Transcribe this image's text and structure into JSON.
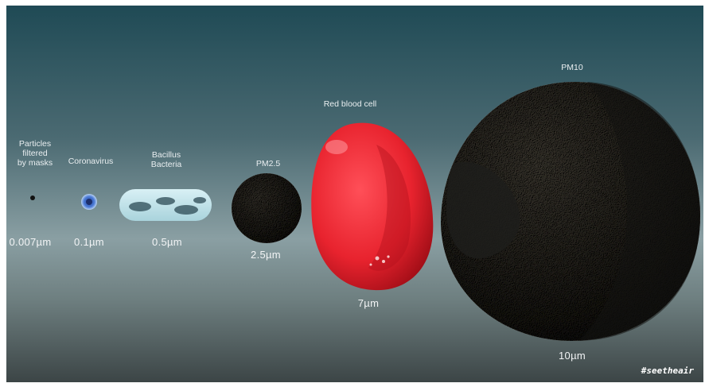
{
  "particles": [
    {
      "label": "Particles\nfiltered\nby masks",
      "size": "0.007µm"
    },
    {
      "label": "Coronavirus",
      "size": "0.1µm"
    },
    {
      "label": "Bacillus\nBacteria",
      "size": "0.5µm"
    },
    {
      "label": "PM2.5",
      "size": "2.5µm"
    },
    {
      "label": "Red blood cell",
      "size": "7µm"
    },
    {
      "label": "PM10",
      "size": "10µm"
    }
  ],
  "watermark": "#seetheair",
  "colors": {
    "background_top": "#1f4a55",
    "red_blood_cell": "#e8232e",
    "dust_particle": "#3b3a36",
    "bacteria": "#bfe3ec",
    "virus": "#3f6ec9"
  }
}
